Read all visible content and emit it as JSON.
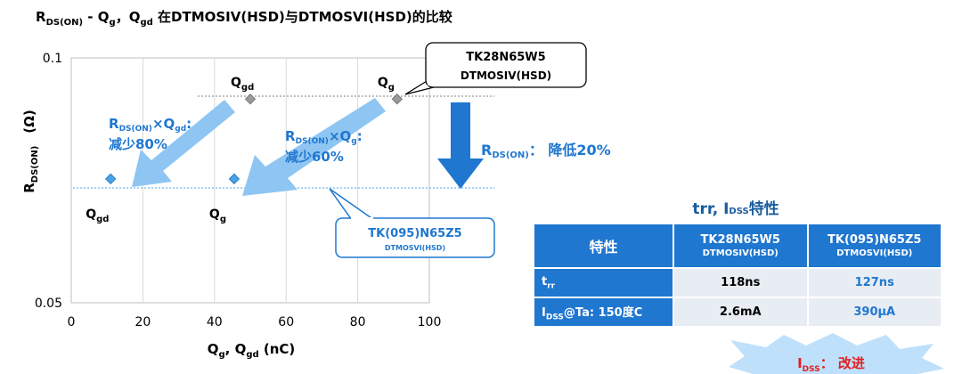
{
  "title": {
    "r": "R",
    "r_sub": "DS(ON)",
    "sep": " - ",
    "q1": "Q",
    "q1_sub": "g",
    "comma": "，",
    "q2": "Q",
    "q2_sub": "gd",
    "rest": " 在DTMOSIV(HSD)与DTMOSVI(HSD)的比较"
  },
  "chart_data": {
    "type": "scatter",
    "xlabel": {
      "main": "Q",
      "sub1": "g",
      "comma": ", Q",
      "sub2": "gd",
      "unit": "  (nC)"
    },
    "ylabel": {
      "main": "R",
      "sub": "DS(ON)",
      "unit": "(Ω)"
    },
    "xlim": [
      0,
      100
    ],
    "ylim": [
      0.05,
      0.1
    ],
    "y_scale": "log",
    "x_ticks": [
      "0",
      "20",
      "40",
      "60",
      "80",
      "100"
    ],
    "y_ticks": [
      "0.1",
      "0.05"
    ],
    "grid": true,
    "points": [
      {
        "device": "dtmosiv",
        "x": 50,
        "y": 0.089,
        "label": "Q",
        "label_sub": "gd",
        "color": "#9a9a9a"
      },
      {
        "device": "dtmosiv",
        "x": 91,
        "y": 0.089,
        "label": "Q",
        "label_sub": "g",
        "color": "#9a9a9a"
      },
      {
        "device": "dtmosvi",
        "x": 11,
        "y": 0.071,
        "label": "Q",
        "label_sub": "gd",
        "color": "#4aa3e8"
      },
      {
        "device": "dtmosvi",
        "x": 45.5,
        "y": 0.071,
        "label": "Q",
        "label_sub": "g",
        "color": "#4aa3e8"
      }
    ],
    "annotations": {
      "gd_reduction": {
        "l1_main": "R",
        "l1_sub": "DS(ON)",
        "l1_rest": "×Q",
        "l1_sub2": "gd",
        "l1_end": ":",
        "l2": "减少80%"
      },
      "g_reduction": {
        "l1_main": "R",
        "l1_sub": "DS(ON)",
        "l1_rest": "×Q",
        "l1_sub2": "g",
        "l1_end": ":",
        "l2": "减少60%"
      },
      "ron_reduction": {
        "main": "R",
        "sub": "DS(ON)",
        "rest": "： 降低20%"
      }
    }
  },
  "callouts": {
    "old": {
      "line1": "TK28N65W5",
      "line2": "DTMOSIV(HSD)"
    },
    "new": {
      "line1": "TK(095)N65Z5",
      "line2": "DTMOSVI(HSD)"
    }
  },
  "table": {
    "title_main": "trr, I",
    "title_sub": "DSS",
    "title_end": "特性",
    "header": {
      "c0": "特性",
      "c1_l1": "TK28N65W5",
      "c1_l2": "DTMOSIV(HSD)",
      "c2_l1": "TK(095)N65Z5",
      "c2_l2": "DTMOSVI(HSD)"
    },
    "rows": [
      {
        "label_main": "t",
        "label_sub": "rr",
        "label_end": "",
        "v1": "118ns",
        "v2": "127ns"
      },
      {
        "label_main": "I",
        "label_sub": "DSS",
        "label_end": "@Ta: 150度C",
        "v1": "2.6mA",
        "v2": "390μA"
      }
    ]
  },
  "burst": {
    "main": "I",
    "sub": "DSS",
    "rest": "： 改进"
  },
  "colors": {
    "accent_blue": "#1f77d0",
    "arrow_light": "#8ec5f2",
    "arrow_dark": "#1f77d0",
    "old_marker": "#9a9a9a",
    "new_marker": "#4aa3e8",
    "burst": "#bfe0fb",
    "burst_text": "#e02020"
  }
}
